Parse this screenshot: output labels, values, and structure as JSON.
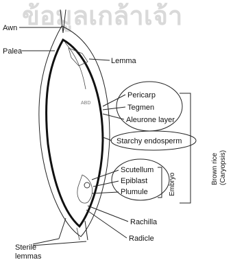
{
  "watermark": "ข้อมูลเกล้าเจ้า",
  "labels": {
    "awn": "Awn",
    "palea": "Palea",
    "lemma": "Lemma",
    "pericarp": "Pericarp",
    "tegmen": "Tegmen",
    "aleurone": "Aleurone layer",
    "starchy": "Starchy endosperm",
    "scutellum": "Scutellum",
    "epiblast": "Epiblast",
    "plumule": "Plumule",
    "embryo": "Embryo",
    "brown_rice_1": "Brown rice",
    "brown_rice_2": "(Caryopsis)",
    "rachilla": "Rachilla",
    "radicle": "Radicle",
    "sterile_1": "Sterile",
    "sterile_2": "lemmas"
  }
}
